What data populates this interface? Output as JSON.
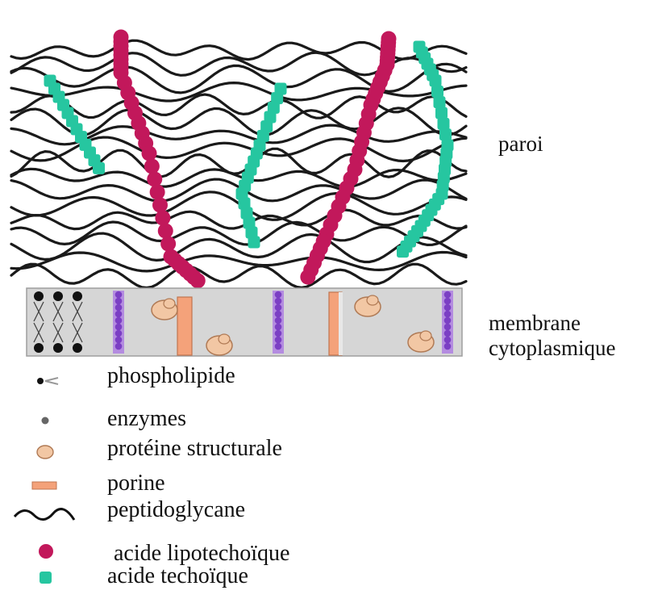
{
  "labels": {
    "paroi": "paroi",
    "membrane_line1": "membrane",
    "membrane_line2": "cytoplasmique"
  },
  "legend": [
    {
      "key": "phospholipide",
      "text": "phospholipide",
      "icon": "phospholipid-icon"
    },
    {
      "key": "enzymes",
      "text": "enzymes",
      "icon": "enzyme-dot-icon"
    },
    {
      "key": "proteine",
      "text": "protéine structurale",
      "icon": "structural-protein-icon"
    },
    {
      "key": "porine",
      "text": "porine",
      "icon": "porin-icon"
    },
    {
      "key": "peptidoglycane",
      "text": "peptidoglycane",
      "icon": "wavy-line-icon"
    },
    {
      "key": "lipotechoique",
      "text": "acide lipotechoïque",
      "icon": "magenta-dot-icon"
    },
    {
      "key": "techoique",
      "text": "acide techoïque",
      "icon": "teal-square-icon"
    }
  ],
  "colors": {
    "peptidoglycan": "#1a1a1a",
    "lipoteichoic": "#c2185b",
    "teichoic": "#26c6a0",
    "membrane": "#d6d6d6",
    "enzyme": "#7b3fc4",
    "protein": "#f2c7a4",
    "porin": "#f4a27a"
  }
}
